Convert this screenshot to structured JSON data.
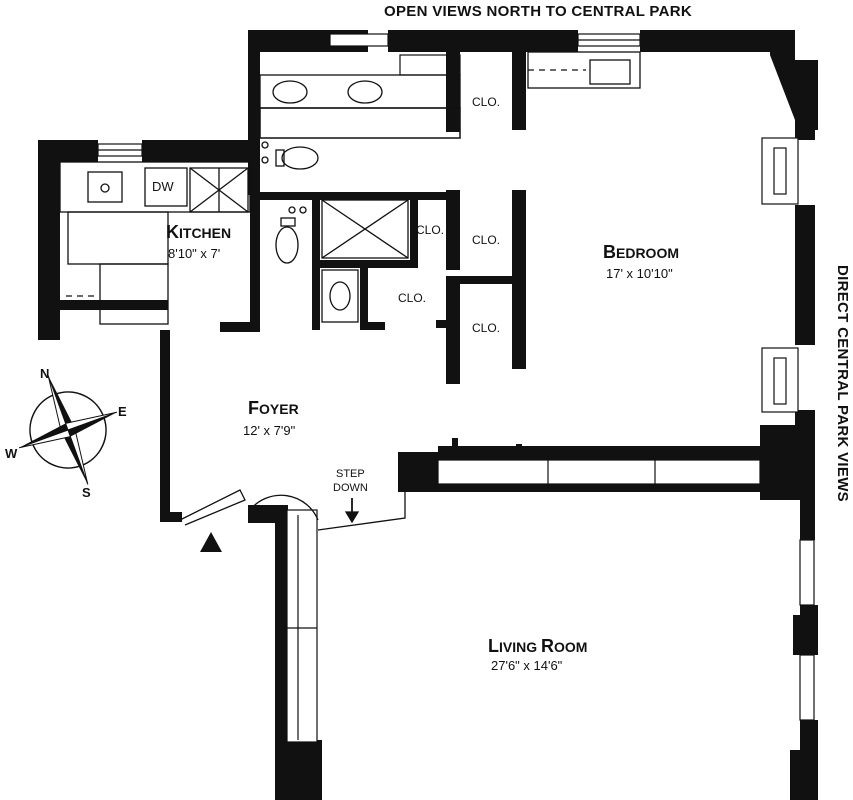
{
  "views": {
    "north": "OPEN VIEWS NORTH TO CENTRAL PARK",
    "east": "DIRECT CENTRAL PARK VIEWS"
  },
  "rooms": {
    "kitchen": {
      "name_initial": "K",
      "name_rest": "ITCHEN",
      "dims": "8'10\" x 7'"
    },
    "bedroom": {
      "name_initial": "B",
      "name_rest": "EDROOM",
      "dims": "17' x 10'10\""
    },
    "foyer": {
      "name_initial": "F",
      "name_rest": "OYER",
      "dims": "12' x 7'9\""
    },
    "living": {
      "name_initial": "L",
      "name_rest": "IVING ",
      "name_initial2": "R",
      "name_rest2": "OOM",
      "dims": "27'6\" x 14'6\""
    }
  },
  "closets": [
    "CLO.",
    "CLO.",
    "CLO.",
    "CLO.",
    "CLO."
  ],
  "appliances": {
    "dishwasher": "DW"
  },
  "step_down": {
    "line1": "STEP",
    "line2": "DOWN"
  },
  "compass": {
    "n": "N",
    "e": "E",
    "s": "S",
    "w": "W"
  },
  "colors": {
    "wall": "#111111",
    "background": "#ffffff"
  }
}
